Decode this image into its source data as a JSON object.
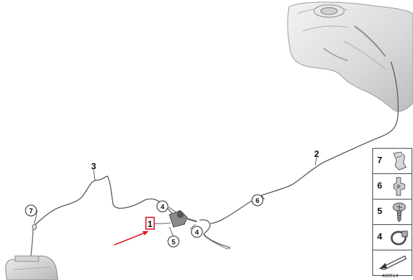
{
  "diagram": {
    "callouts": {
      "part1": "1",
      "part2": "2",
      "part3": "3",
      "part4a": "4",
      "part4b": "4",
      "part5": "5",
      "part6": "6",
      "part7": "7"
    },
    "highlight_color": "#e0141e",
    "arrow_color": "#e0141e"
  },
  "legend": {
    "items": [
      {
        "number": "7",
        "icon": "clip-icon"
      },
      {
        "number": "6",
        "icon": "holder-icon"
      },
      {
        "number": "5",
        "icon": "screw-icon"
      },
      {
        "number": "4",
        "icon": "hose-clamp-icon"
      }
    ],
    "nav_icon": "arrow-icon"
  },
  "catalog_number": "488514"
}
